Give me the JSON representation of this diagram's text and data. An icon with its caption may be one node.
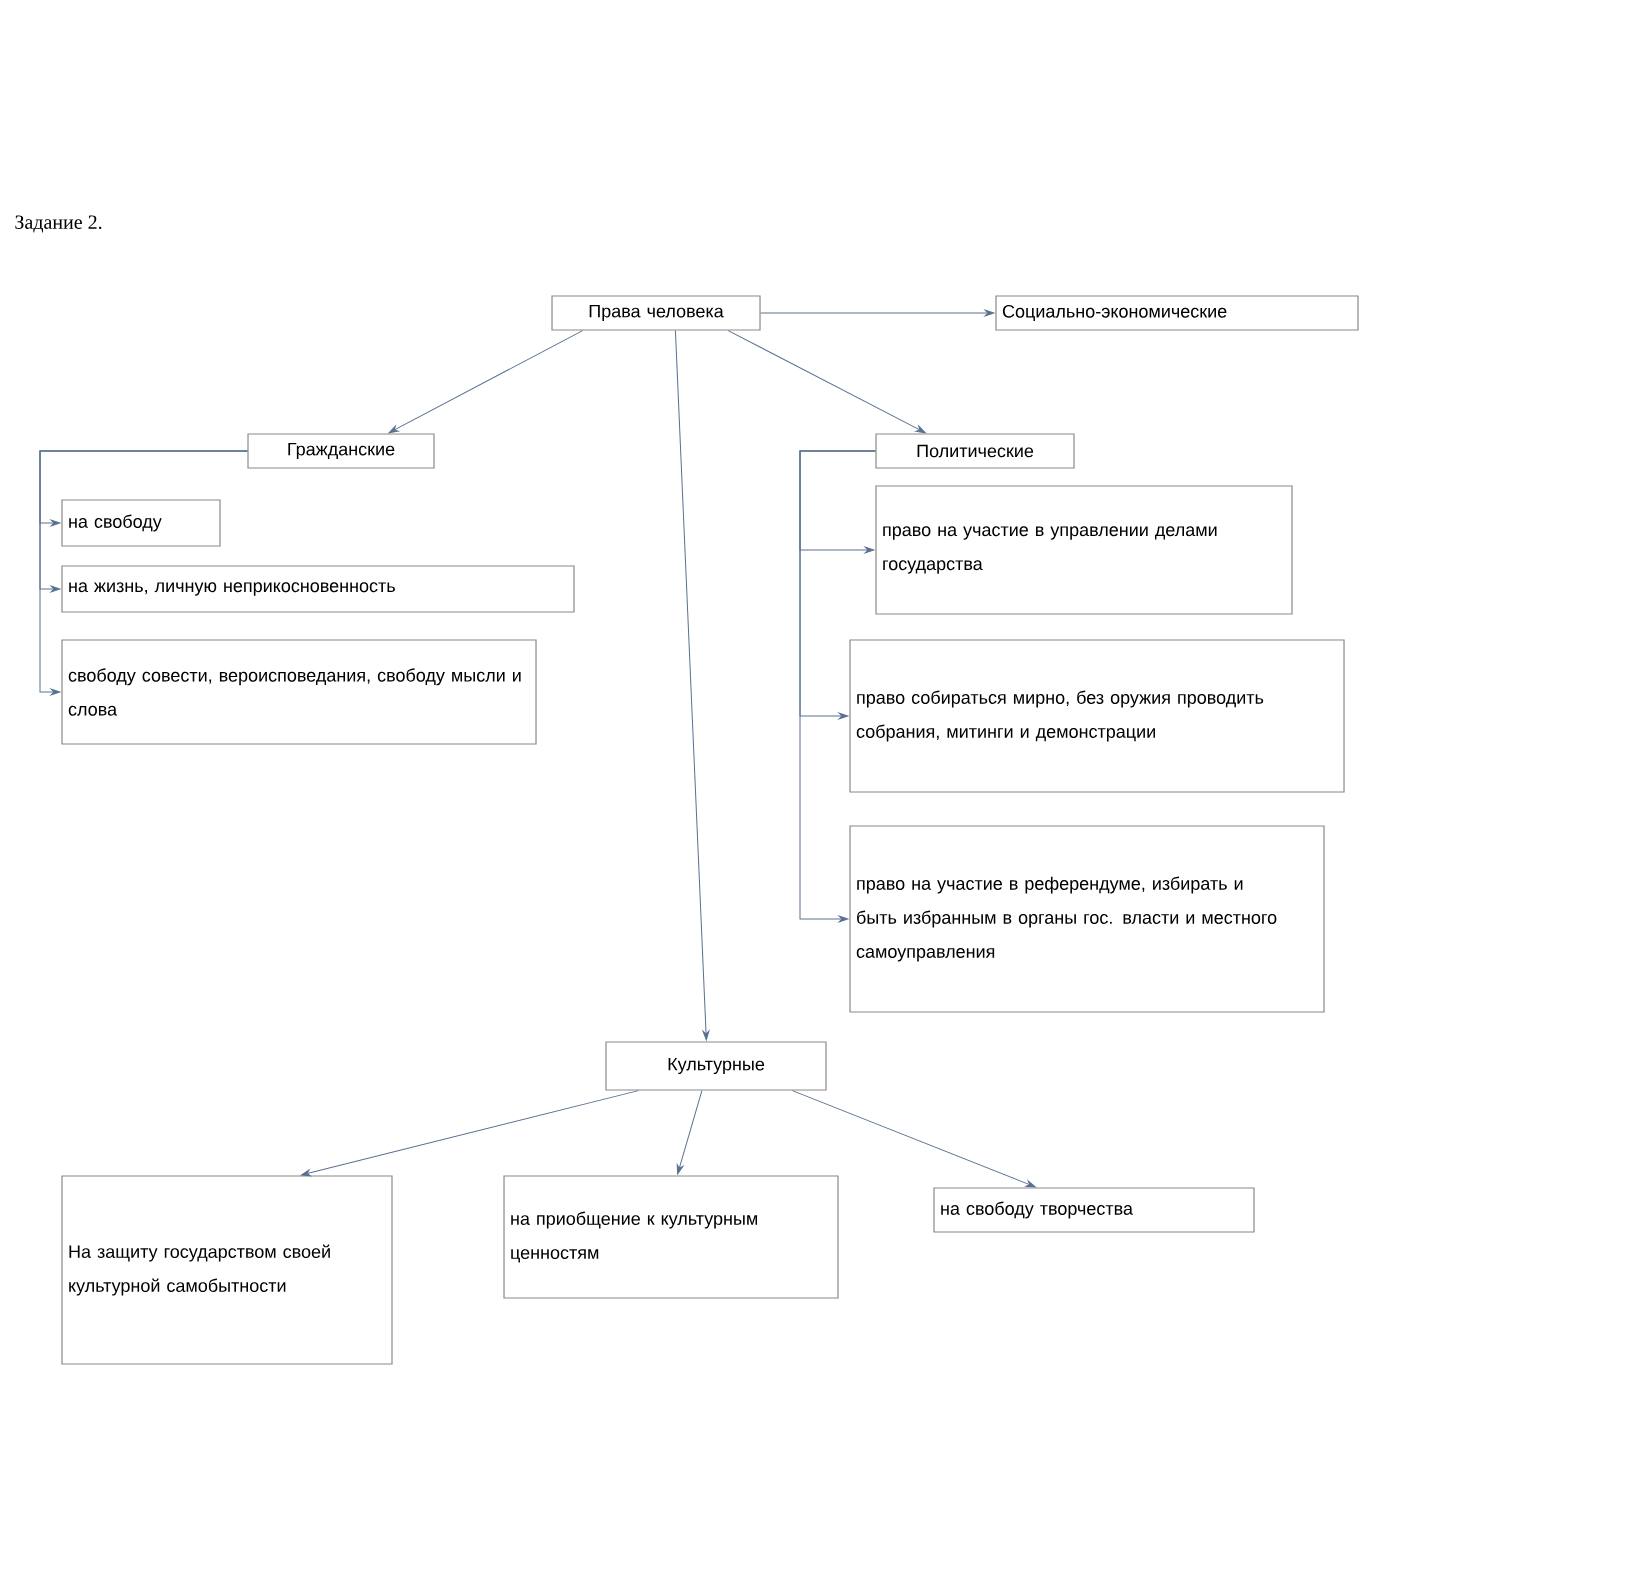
{
  "diagram": {
    "nodes": [
      {
        "text": [
          "Права человека"
        ]
      },
      {
        "text": [
          "Социально-экономические"
        ]
      },
      {
        "text": [
          "Гражданские"
        ]
      },
      {
        "text": [
          "на свободу"
        ]
      },
      {
        "text": [
          "на жизнь, личную неприкосновенность"
        ]
      },
      {
        "text": [
          "свободу совести, вероисповедания, свободу мысли и слова"
        ]
      },
      {
        "text": [
          "Политические"
        ]
      },
      {
        "text": [
          "право на участие в управлении делами государства"
        ]
      },
      {
        "text": [
          "право собираться мирно, без оружия проводить собрания, митинги и демонстрации"
        ]
      },
      {
        "text": [
          "право на участие в референдуме, избирать и быть избранным в органы гос. власти и местного самоуправления"
        ]
      },
      {
        "text": [
          "Культурные"
        ]
      },
      {
        "text": [
          "На защиту государством своей культурной самобытности"
        ]
      },
      {
        "text": [
          "на приобщение к культурным ценностям"
        ]
      },
      {
        "text": [
          "на свободу творчества"
        ]
      }
    ],
    "edges": [
      {
        "from": 0,
        "to": 1,
        "arrow": "to"
      },
      {
        "from": 0,
        "to": 2,
        "arrow": "to"
      },
      {
        "from": 0,
        "to": 6,
        "arrow": "to"
      },
      {
        "from": 0,
        "to": 10,
        "arrow": "to"
      },
      {
        "from": 2,
        "to": 3,
        "arrow": "to"
      },
      {
        "from": 2,
        "to": 4,
        "arrow": "to"
      },
      {
        "from": 2,
        "to": 5,
        "arrow": "to"
      },
      {
        "from": 6,
        "to": 7,
        "arrow": "to"
      },
      {
        "from": 6,
        "to": 8,
        "arrow": "to"
      },
      {
        "from": 6,
        "to": 9,
        "arrow": "to"
      },
      {
        "from": 10,
        "to": 11,
        "arrow": "to"
      },
      {
        "from": 10,
        "to": 12,
        "arrow": "to"
      },
      {
        "from": 10,
        "to": 13,
        "arrow": "to"
      }
    ],
    "labels": [
      "Задание 2."
    ]
  }
}
